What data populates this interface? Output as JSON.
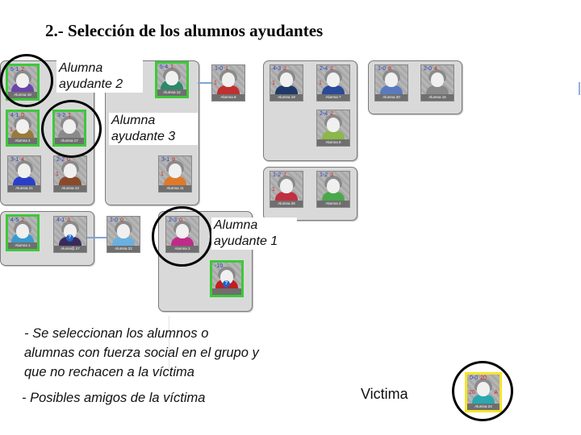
{
  "title": "2.- Selección de los alumnos ayudantes",
  "labels": {
    "ayudante2": [
      "Alumna",
      "ayudante 2"
    ],
    "ayudante3": [
      "Alumna",
      "ayudante 3"
    ],
    "ayudante1": [
      "Alumna",
      "ayudante 1"
    ]
  },
  "bullets": [
    "- Se seleccionan los alumnos o",
    "alumnas con fuerza social en el grupo y",
    "que no rechacen a la víctima",
    "- Posibles amigos de la víctima"
  ],
  "victim_label": "Victima",
  "students": {
    "s18": {
      "nums": [
        "5-1",
        "2"
      ],
      "side": "",
      "name": "Alumna 18",
      "shirt": "#6a45a8",
      "hair": "#8a8a8a"
    },
    "s4": {
      "nums": [
        "4-1",
        "0"
      ],
      "side": "1",
      "name": "Alumna 4",
      "shirt": "#9a7a3a",
      "hair": "#8a8a8a"
    },
    "s17": {
      "nums": [
        "3-2",
        "1"
      ],
      "side": "",
      "name": "Alumna 17",
      "shirt": "#8a8a8a",
      "hair": "#8a8a8a"
    },
    "s21": {
      "nums": [
        "3-1",
        "4"
      ],
      "side": "",
      "name": "Alumna 21",
      "shirt": "#2a3fc9",
      "hair": "#8a8a8a"
    },
    "s13": {
      "nums": [
        "2-2",
        "0"
      ],
      "side": "1",
      "name": "Alumna 13",
      "shirt": "#8a4a2a",
      "hair": "#8a8a8a"
    },
    "s12": {
      "nums": [
        "5-4",
        "1"
      ],
      "side": "",
      "name": "Alumna 12",
      "shirt": "#2a8a6a",
      "hair": "#8a8a8a"
    },
    "s8": {
      "nums": [
        "1-0",
        "1"
      ],
      "side": "1",
      "name": "Alumna 8",
      "shirt": "#c03030",
      "hair": "#8a8a8a"
    },
    "s11": {
      "nums": [
        "3-1",
        "9"
      ],
      "side": "1",
      "name": "Alumna 11",
      "shirt": "#e07a2a",
      "hair": "#8a8a8a"
    },
    "s19": {
      "nums": [
        "4-3",
        "2"
      ],
      "side": "1",
      "name": "Alumna 19",
      "shirt": "#1f3a6a",
      "hair": "#8a8a8a"
    },
    "s7": {
      "nums": [
        "2-4",
        "2"
      ],
      "side": "1",
      "name": "Alumna 7",
      "shirt": "#2a4a9a",
      "hair": "#8a8a8a"
    },
    "s6": {
      "nums": [
        "2-4",
        "2"
      ],
      "side": "",
      "name": "Alumna 6",
      "shirt": "#8ab84a",
      "hair": "#8a8a8a"
    },
    "s20": {
      "nums": [
        "1-0",
        "8"
      ],
      "side": "",
      "name": "Alumna 20",
      "shirt": "#5a7ac0",
      "hair": "#8a8a8a"
    },
    "s15": {
      "nums": [
        "2-0",
        "4"
      ],
      "side": "",
      "name": "Alumna 15",
      "shirt": "#8a8a8a",
      "hair": "#8a8a8a"
    },
    "s26": {
      "nums": [
        "1-2",
        "7"
      ],
      "side": "1",
      "name": "Alumna 26",
      "shirt": "#c03040",
      "hair": "#8a8a8a"
    },
    "s2": {
      "nums": [
        "1-2",
        "3"
      ],
      "side": "",
      "name": "Alumna 2",
      "shirt": "#4aa84a",
      "hair": "#8a8a8a"
    },
    "s1": {
      "nums": [
        "4-5",
        "2"
      ],
      "side": "",
      "name": "Alumna 1",
      "shirt": "#3a9ad0",
      "hair": "#8a8a8a"
    },
    "s27": {
      "nums": [
        "4-1",
        "3"
      ],
      "side": "",
      "name": "Alumn@ 27",
      "shirt": "#3a2a5a",
      "hair": "#8a8a8a",
      "badge": "?"
    },
    "s22": {
      "nums": [
        "1-0",
        "0"
      ],
      "side": "",
      "name": "Alumna 22",
      "shirt": "#6ab0e0",
      "hair": "#8a8a8a"
    },
    "s3": {
      "nums": [
        "2-3",
        "0"
      ],
      "side": "",
      "name": "Alumna 3",
      "shirt": "#c02a8a",
      "hair": "#8a8a8a"
    },
    "sq": {
      "nums": [
        "-10",
        ""
      ],
      "side": "",
      "name": "",
      "shirt": "#c02020",
      "hair": "#8a8a8a",
      "badge": "?"
    },
    "s24": {
      "nums": [
        "0-0",
        "20"
      ],
      "side": "20",
      "side2": "A",
      "name": "Alumna 24",
      "shirt": "#2aa8b0",
      "hair": "#8a8a8a"
    }
  }
}
